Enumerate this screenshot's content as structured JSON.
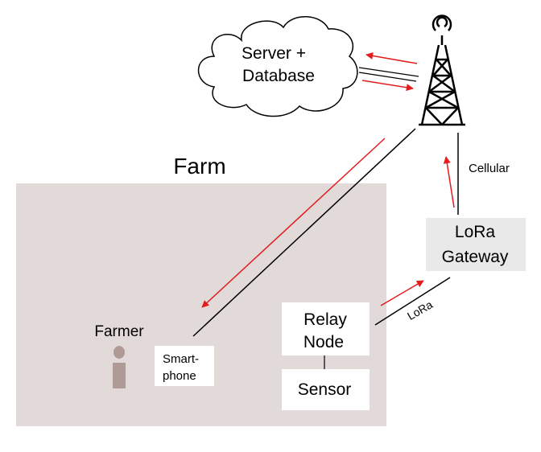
{
  "cloud": {
    "line1": "Server +",
    "line2": "Database"
  },
  "farm": {
    "title": "Farm"
  },
  "farmer": {
    "label": "Farmer"
  },
  "smartphone": {
    "line1": "Smart-",
    "line2": "phone"
  },
  "relay": {
    "line1": "Relay",
    "line2": "Node"
  },
  "sensor": {
    "label": "Sensor"
  },
  "gateway": {
    "line1": "LoRa",
    "line2": "Gateway"
  },
  "links": {
    "cellular": "Cellular",
    "lora": "LoRa"
  },
  "colors": {
    "farm_area": "#e2d9d9",
    "farmer_figure": "#b09a96",
    "gateway_box": "#e9e9e9",
    "arrow": "#e41c1c",
    "line": "#000000"
  }
}
